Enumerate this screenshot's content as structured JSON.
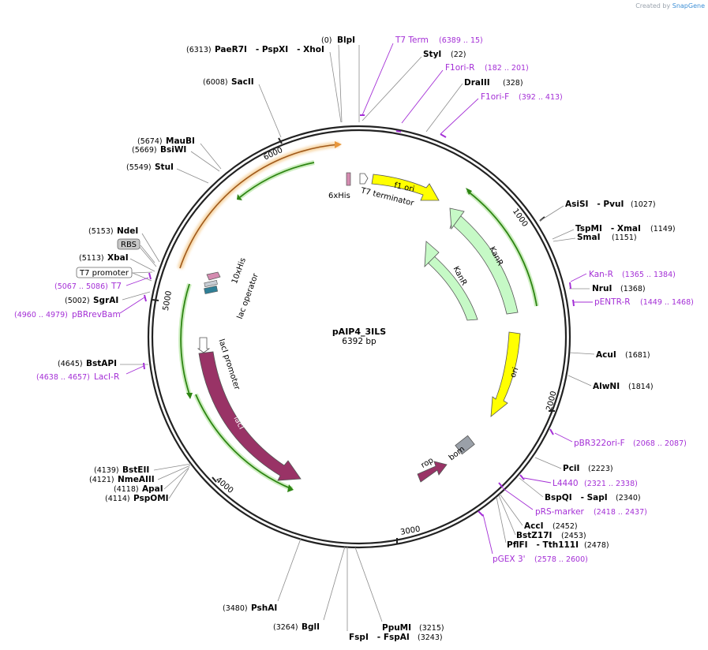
{
  "credit": {
    "prefix": "Created by",
    "brand": "SnapGene"
  },
  "plasmid": {
    "name": "pAIP4_3ILS",
    "length": "6392 bp"
  },
  "ticks": [
    "1000",
    "2000",
    "3000",
    "4000",
    "5000",
    "6000"
  ],
  "enzymes": [
    {
      "pos": "(0)",
      "name": "BlpI"
    },
    {
      "pos": "(22)",
      "name": "StyI"
    },
    {
      "pos": "(328)",
      "name": "DraIII"
    },
    {
      "pos": "(6313)",
      "name": "PaeR7I   - PspXI   - XhoI"
    },
    {
      "pos": "(6008)",
      "name": "SacII"
    },
    {
      "pos": "(5674)",
      "name": "MauBI"
    },
    {
      "pos": "(5669)",
      "name": "BsiWI"
    },
    {
      "pos": "(5549)",
      "name": "StuI"
    },
    {
      "pos": "(5153)",
      "name": "NdeI"
    },
    {
      "pos": "(5113)",
      "name": "XbaI"
    },
    {
      "pos": "(5002)",
      "name": "SgrAI"
    },
    {
      "pos": "(4645)",
      "name": "BstAPI"
    },
    {
      "pos": "(4139)",
      "name": "BstEII"
    },
    {
      "pos": "(4121)",
      "name": "NmeAIII"
    },
    {
      "pos": "(4118)",
      "name": "ApaI"
    },
    {
      "pos": "(4114)",
      "name": "PspOMI"
    },
    {
      "pos": "(3480)",
      "name": "PshAI"
    },
    {
      "pos": "(3264)",
      "name": "BglI"
    },
    {
      "pos": "(3215)",
      "name": "PpuMI"
    },
    {
      "pos": "(3243)",
      "name": "FspI   - FspAI"
    },
    {
      "pos": "(1027)",
      "name": "AsiSI   - PvuI"
    },
    {
      "pos": "(1149)",
      "name": "TspMI   - XmaI"
    },
    {
      "pos": "(1151)",
      "name": "SmaI"
    },
    {
      "pos": "(1368)",
      "name": "NruI"
    },
    {
      "pos": "(1681)",
      "name": "AcuI"
    },
    {
      "pos": "(1814)",
      "name": "AlwNI"
    },
    {
      "pos": "(2223)",
      "name": "PciI"
    },
    {
      "pos": "(2340)",
      "name": "BspQI   - SapI"
    },
    {
      "pos": "(2452)",
      "name": "AccI"
    },
    {
      "pos": "(2453)",
      "name": "BstZ17I"
    },
    {
      "pos": "(2478)",
      "name": "PflFI   - Tth111I"
    }
  ],
  "primers": [
    {
      "name": "T7 Term",
      "range": "(6389 .. 15)"
    },
    {
      "name": "F1ori-R",
      "range": "(182 .. 201)"
    },
    {
      "name": "F1ori-F",
      "range": "(392 .. 413)"
    },
    {
      "name": "Kan-R",
      "range": "(1365 .. 1384)"
    },
    {
      "name": "pENTR-R",
      "range": "(1449 .. 1468)"
    },
    {
      "name": "pBR322ori-F",
      "range": "(2068 .. 2087)"
    },
    {
      "name": "L4440",
      "range": "(2321 .. 2338)"
    },
    {
      "name": "pRS-marker",
      "range": "(2418 .. 2437)"
    },
    {
      "name": "pGEX 3'",
      "range": "(2578 .. 2600)"
    },
    {
      "name": "T7",
      "range": "(5067 .. 5086)"
    },
    {
      "name": "pBRrevBam",
      "range": "(4960 .. 4979)"
    },
    {
      "name": "LacI-R",
      "range": "(4638 .. 4657)"
    }
  ],
  "boxed_features": {
    "rbs": "RBS",
    "t7_promoter": "T7 promoter"
  },
  "features": {
    "f1_ori": "f1 ori",
    "kanr_outer": "KanR",
    "kanr_inner": "KanR",
    "ori": "ori",
    "bom": "bom",
    "rop": "rop",
    "laci": "lacI",
    "laci_promoter": "lacI promoter",
    "lac_operator": "lac operator",
    "his10": "10xHis",
    "his6": "6xHis",
    "t7_terminator": "T7 terminator"
  },
  "colors": {
    "backbone": "#222222",
    "enzyme_line": "#8c8c8c",
    "primer": "#a42fd6",
    "f1_ori": "#ffff00",
    "kanr": "#c6f9c6",
    "laci": "#993366",
    "primer_bind": "#3c8e1a",
    "orf": "#f5b06b"
  }
}
